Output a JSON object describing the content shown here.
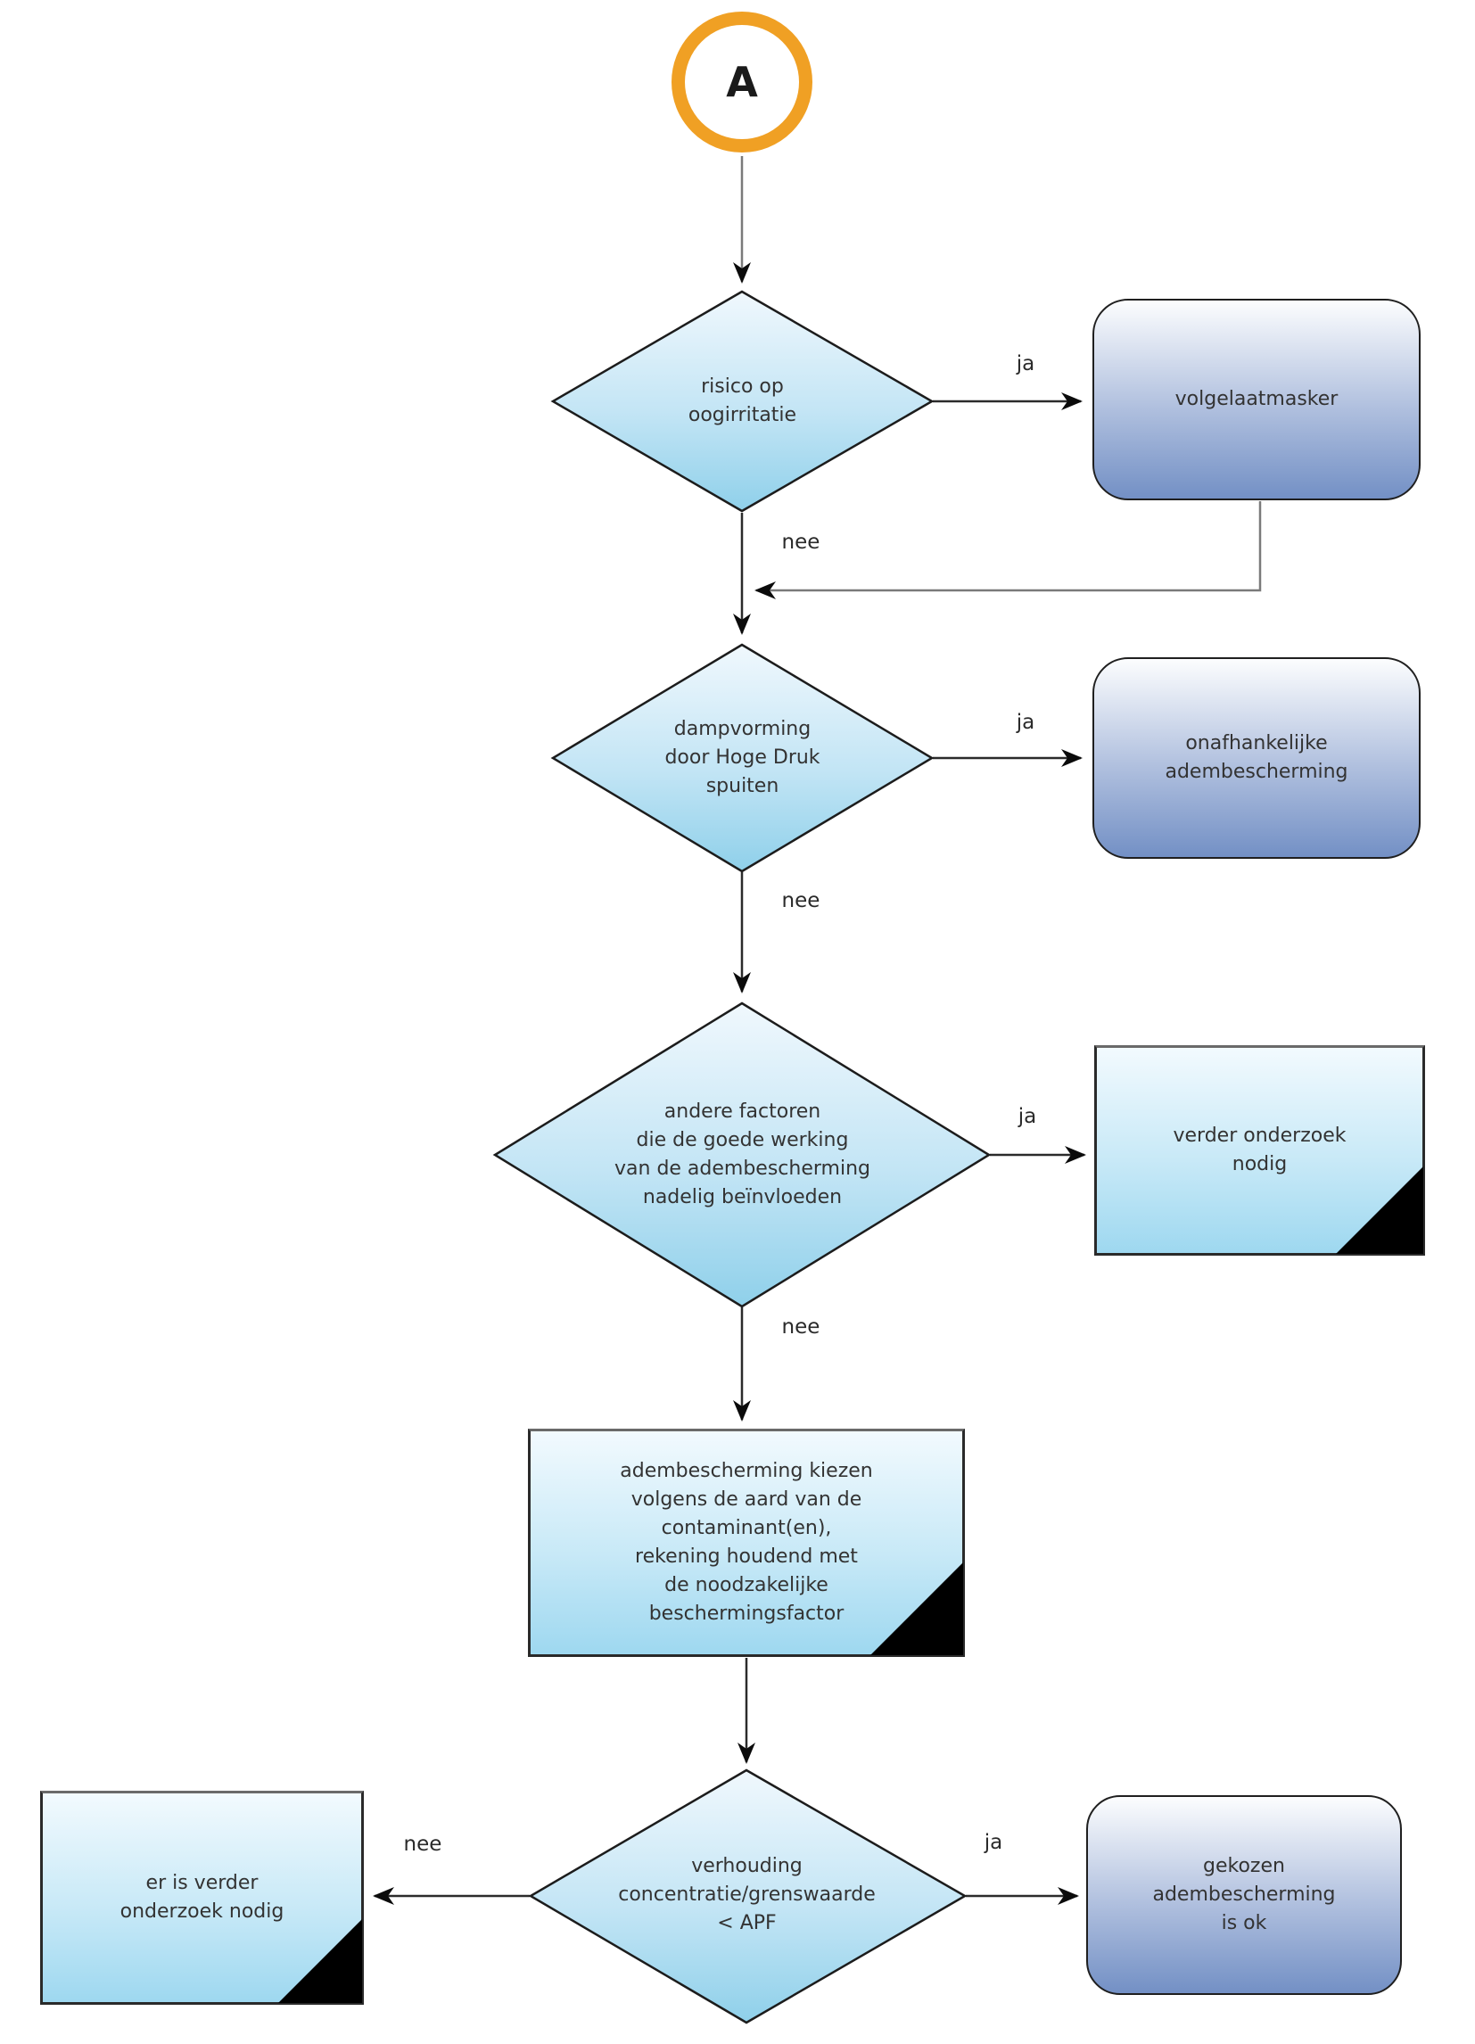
{
  "flowchart": {
    "connector_a": "A",
    "labels": {
      "yes": "ja",
      "no": "nee"
    },
    "nodes": {
      "decision_eye_irritation": "risico op\noogirritatie",
      "result_full_face_mask": "volgelaatmasker",
      "decision_high_pressure_vapour": "dampvorming\ndoor Hoge Druk\nspuiten",
      "result_independent_protection": "onafhankelijke\nadembescherming",
      "decision_other_factors": "andere factoren\ndie de goede werking\nvan de adembescherming\nnadelig beïnvloeden",
      "result_further_research": "verder onderzoek\nnodig",
      "process_choose_protection": "adembescherming kiezen\nvolgens de aard van de\ncontaminant(en),\nrekening houdend met\nde noodzakelijke\nbeschermingsfactor",
      "decision_concentration_apf": "verhouding\nconcentratie/grenswaarde\n< APF",
      "result_more_research_needed": "er is verder\nonderzoek nodig",
      "result_protection_ok": "gekozen\nadembescherming\nis ok"
    },
    "colors": {
      "connector_ring": "#F0A024",
      "diamond_gradient_top": "#F0F8FD",
      "diamond_gradient_bottom": "#8FD0EA",
      "terminal_gradient_top": "#FCFDFE",
      "terminal_gradient_bottom": "#7390C5",
      "docbox_gradient_top": "#F2FAFE",
      "docbox_gradient_bottom": "#9ED8F0",
      "line_gray": "#7A7A7A",
      "line_dark": "#2B2B2B",
      "fold_corner": "#000000",
      "text": "#333333"
    }
  }
}
